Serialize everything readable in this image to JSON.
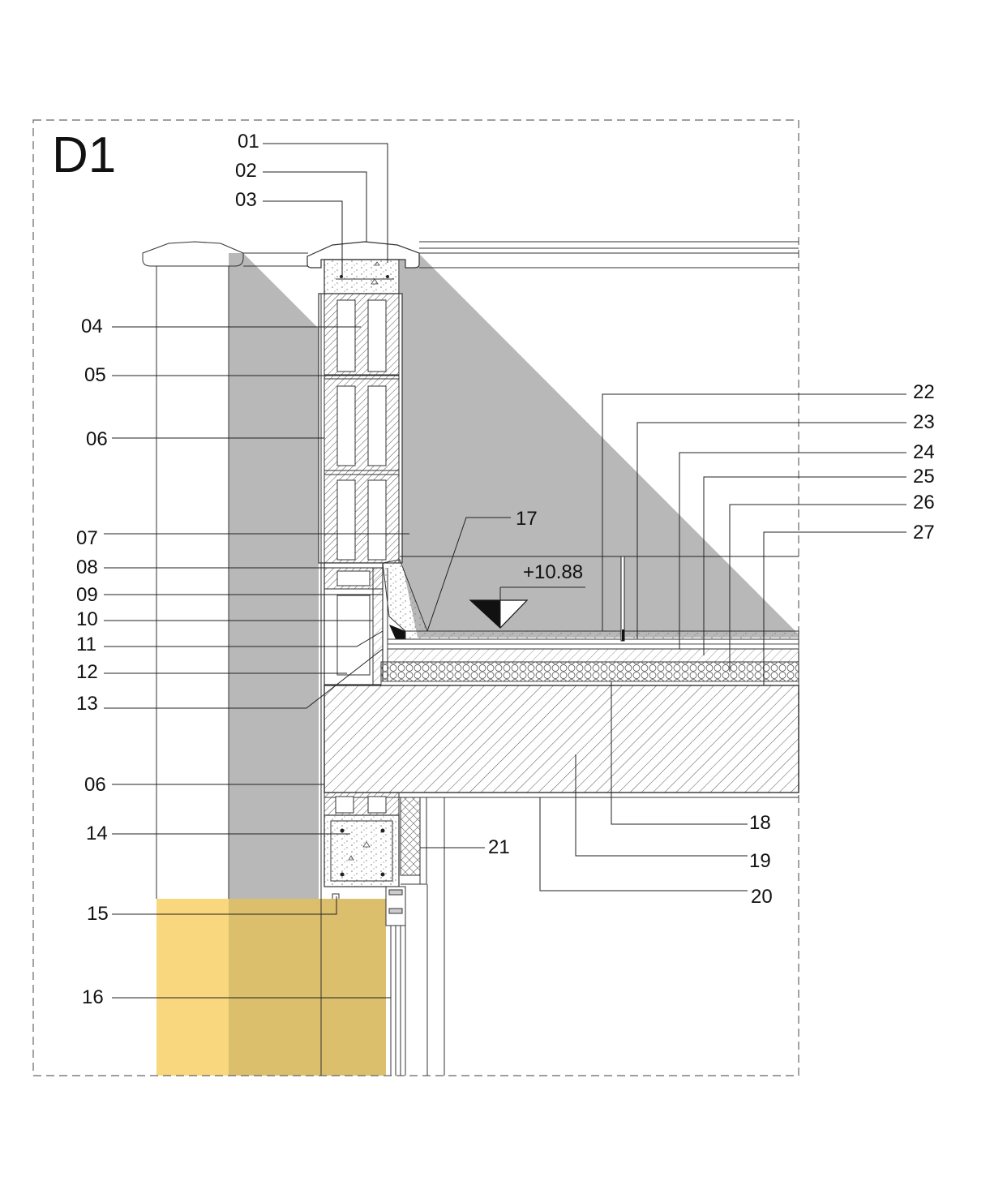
{
  "detail": {
    "title": "D1",
    "level_marker": "+10.88"
  },
  "callouts_left": [
    "01",
    "02",
    "03",
    "04",
    "05",
    "06",
    "07",
    "08",
    "09",
    "10",
    "11",
    "12",
    "13",
    "06",
    "14",
    "15",
    "16"
  ],
  "callouts_right": [
    "22",
    "23",
    "24",
    "25",
    "26",
    "27",
    "17",
    "18",
    "19",
    "20",
    "21"
  ],
  "colors": {
    "shadow": "#b8b8b8",
    "wall_yellow": "#f9d77e",
    "wall_yellow_shaded": "#dcbf6c",
    "line": "#222222",
    "frame_dash": "#666666"
  }
}
